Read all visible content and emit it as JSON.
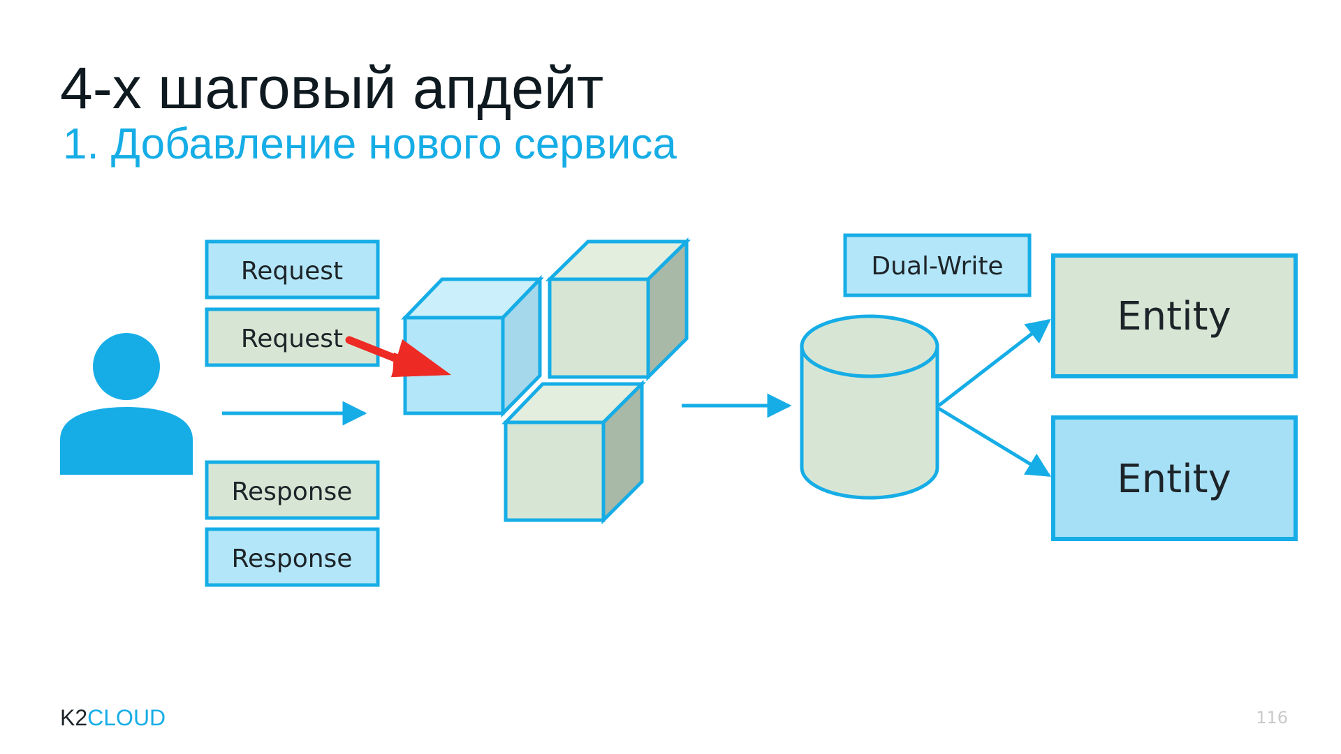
{
  "title": "4-х шаговый апдейт",
  "subtitle": "1. Добавление нового сервиса",
  "diagram": {
    "request_top": "Request",
    "request_bottom": "Request",
    "response_top": "Response",
    "response_bottom": "Response",
    "dual_write": "Dual-Write",
    "entity_top": "Entity",
    "entity_bottom": "Entity"
  },
  "footer": {
    "logo_k2": "K2",
    "logo_cloud": "CLOUD",
    "page_number": "116"
  },
  "colors": {
    "accent_blue": "#16ade6",
    "box_blue_fill": "#b3e6f8",
    "box_green_fill": "#d7e6d4",
    "cube_green_side": "#a9b9a8",
    "highlight_arrow": "#ee2a24"
  },
  "icons": [
    "user-icon",
    "database-icon",
    "service-cube-icon"
  ]
}
